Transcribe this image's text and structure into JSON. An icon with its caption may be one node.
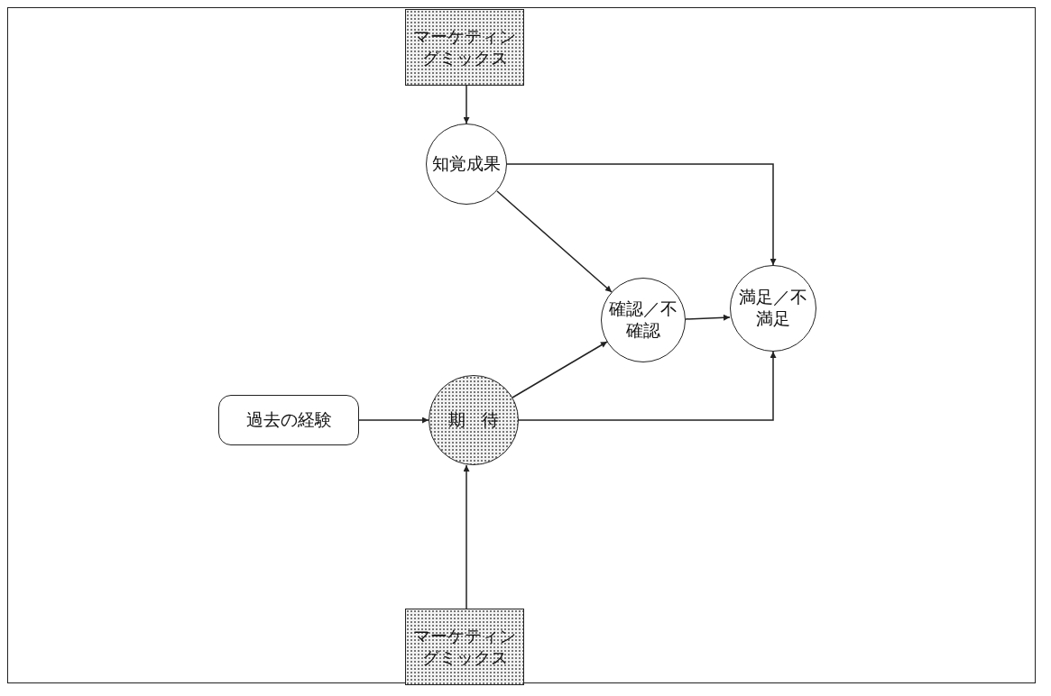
{
  "diagram": {
    "nodes": [
      {
        "text": [
          "マーケティングミックス"
        ]
      },
      {
        "text": [
          "知覚成果"
        ]
      },
      {
        "text": [
          "確認／不確認"
        ]
      },
      {
        "text": [
          "満足／不満足"
        ]
      },
      {
        "text": [
          "過去の経験"
        ]
      },
      {
        "text": [
          "期待"
        ]
      },
      {
        "text": [
          "マーケティングミックス"
        ]
      }
    ],
    "edges": [
      {
        "from": 0,
        "to": 1,
        "arrow": "to"
      },
      {
        "from": 1,
        "to": 3,
        "arrow": "to"
      },
      {
        "from": 1,
        "to": 2,
        "arrow": "to"
      },
      {
        "from": 2,
        "to": 3,
        "arrow": "to"
      },
      {
        "from": 5,
        "to": 2,
        "arrow": "to"
      },
      {
        "from": 5,
        "to": 3,
        "arrow": "to"
      },
      {
        "from": 4,
        "to": 5,
        "arrow": "to"
      },
      {
        "from": 6,
        "to": 5,
        "arrow": "to"
      }
    ]
  }
}
